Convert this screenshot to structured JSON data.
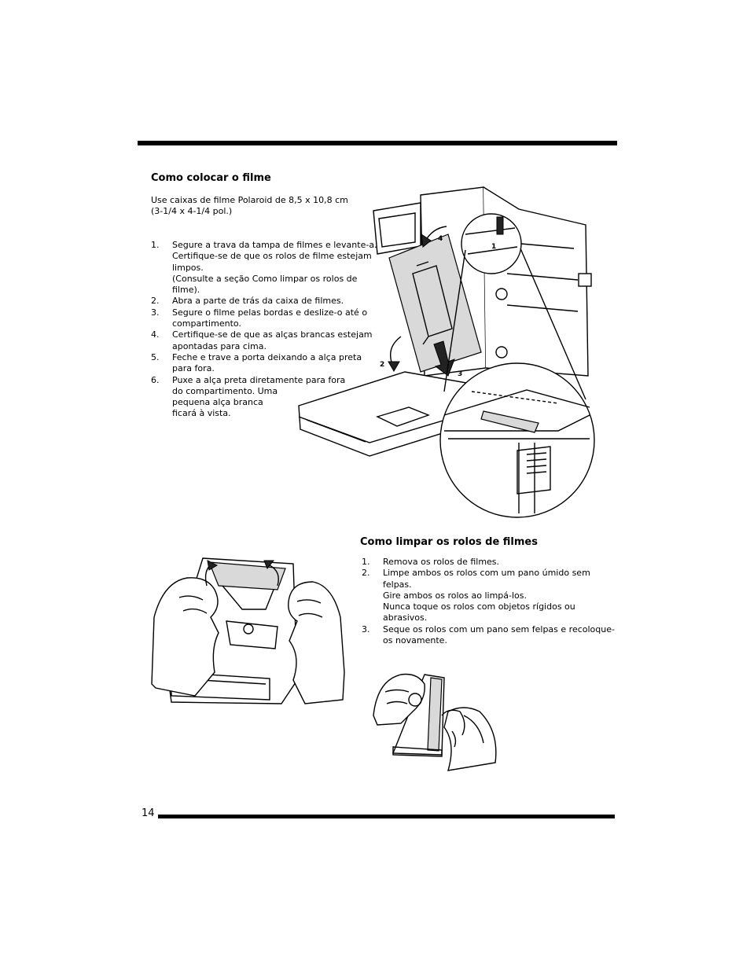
{
  "page": {
    "number": "14"
  },
  "load_film": {
    "heading": "Como colocar o filme",
    "intro_line1": "Use caixas de filme Polaroid de 8,5 x 10,8 cm",
    "intro_line2": "(3-1/4 x 4-1/4 pol.)",
    "steps": [
      {
        "num": "1.",
        "lines": [
          "Segure a trava da tampa de filmes e levante-a.",
          "Certifique-se de que os rolos de filme estejam",
          "limpos.",
          "(Consulte a seção Como limpar os rolos de",
          "filme)."
        ]
      },
      {
        "num": "2.",
        "lines": [
          "Abra a parte de trás da caixa de filmes."
        ]
      },
      {
        "num": "3.",
        "lines": [
          "Segure o filme pelas bordas e deslize-o até o",
          "compartimento."
        ]
      },
      {
        "num": "4.",
        "lines": [
          "Certifique-se de que as alças brancas estejam",
          "apontadas para cima."
        ]
      },
      {
        "num": "5.",
        "lines": [
          "Feche e trave a porta deixando a alça preta",
          "para fora."
        ]
      },
      {
        "num": "6.",
        "lines": [
          "Puxe a alça preta diretamente para fora",
          "do compartimento. Uma",
          "pequena alça branca",
          "ficará à vista."
        ]
      }
    ],
    "figure_callouts": [
      "1",
      "2",
      "3",
      "4"
    ]
  },
  "clean_rollers": {
    "heading": "Como limpar os rolos de filmes",
    "steps": [
      {
        "num": "1.",
        "lines": [
          "Remova os rolos de filmes."
        ]
      },
      {
        "num": "2.",
        "lines": [
          "Limpe ambos os rolos com um pano úmido sem",
          "felpas.",
          "Gire ambos os rolos ao limpá-los.",
          "Nunca toque os rolos com objetos rígidos ou",
          "abrasivos."
        ]
      },
      {
        "num": "3.",
        "lines": [
          "Seque os rolos com um pano sem felpas e recoloque-",
          "os novamente."
        ]
      }
    ]
  }
}
